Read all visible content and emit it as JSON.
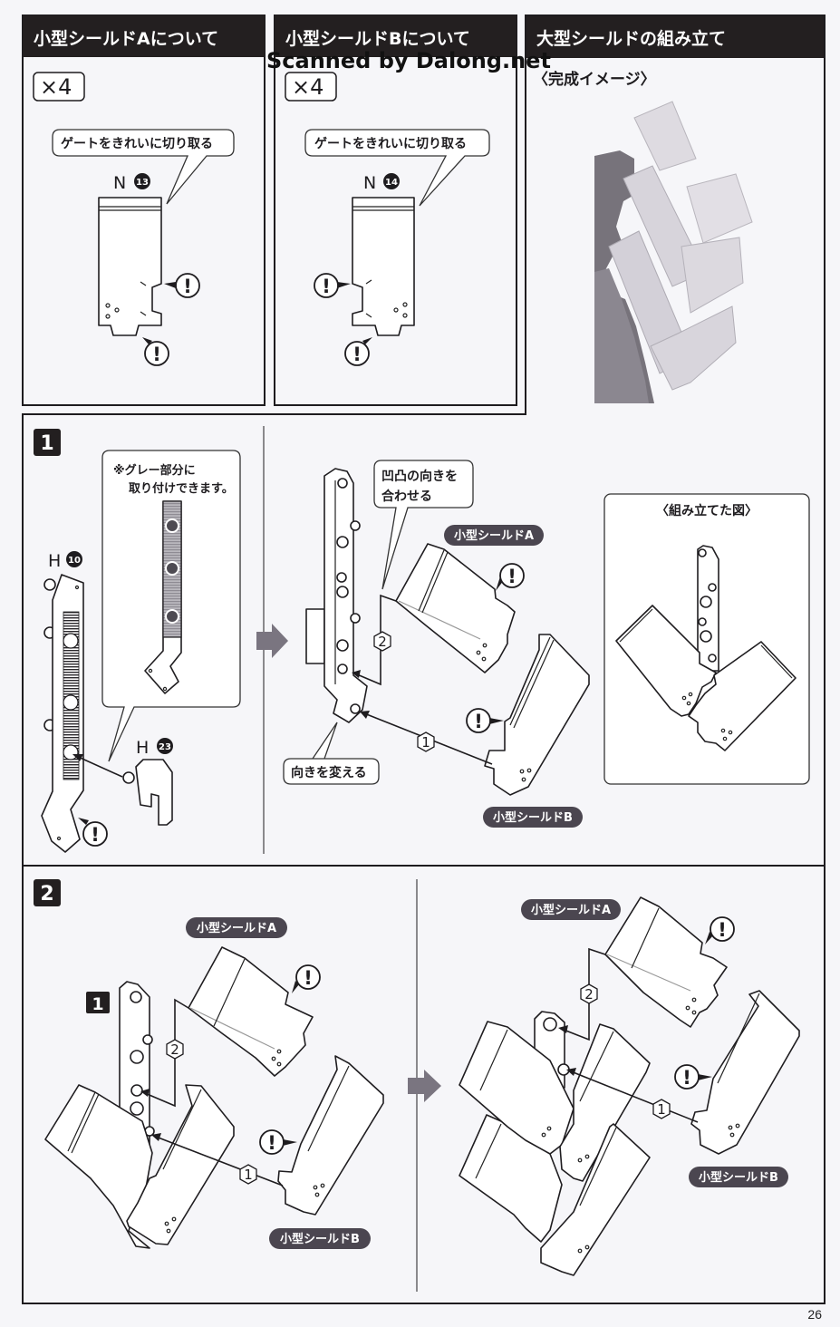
{
  "page": {
    "number": "26",
    "watermark": "Scanned by Dalong.net"
  },
  "warning_glyph": "!",
  "colors": {
    "header_bg": "#231f20",
    "label_pill": "#4b4650",
    "paper": "#f6f6f9",
    "arrow_gray": "#7a7580"
  },
  "panels": {
    "shield_a": {
      "title": "小型シールドAについて",
      "quantity": "×4",
      "callout": "ゲートをきれいに切り取る",
      "part": {
        "runner": "N",
        "number": "13"
      }
    },
    "shield_b": {
      "title": "小型シールドBについて",
      "quantity": "×4",
      "callout": "ゲートをきれいに切り取る",
      "part": {
        "runner": "N",
        "number": "14"
      }
    },
    "large_shield": {
      "title": "大型シールドの組み立て",
      "subtitle": "〈完成イメージ〉"
    }
  },
  "steps": [
    {
      "number": "1",
      "note_lines": [
        "※グレー部分に",
        "取り付けできます。"
      ],
      "parts": [
        {
          "runner": "H",
          "number": "10"
        },
        {
          "runner": "H",
          "number": "23"
        }
      ],
      "callout_align": [
        "凹凸の向きを",
        "合わせる"
      ],
      "callout_rotate": "向きを変える",
      "label_shield_a": "小型シールドA",
      "label_shield_b": "小型シールドB",
      "order": [
        "1",
        "2"
      ],
      "assembled_title": "〈組み立てた図〉"
    },
    {
      "number": "2",
      "sub_ref": "1",
      "left": {
        "label_shield_a": "小型シールドA",
        "label_shield_b": "小型シールドB",
        "order": [
          "1",
          "2"
        ]
      },
      "right": {
        "label_shield_a": "小型シールドA",
        "label_shield_b": "小型シールドB",
        "order": [
          "1",
          "2"
        ]
      }
    }
  ]
}
